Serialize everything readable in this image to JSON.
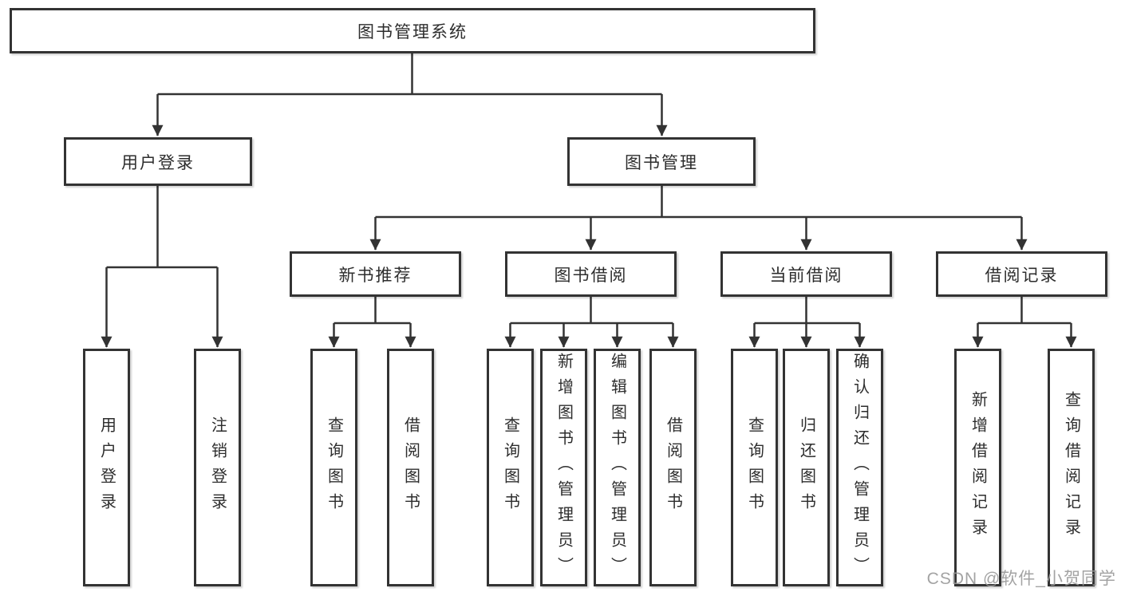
{
  "diagram": {
    "root": "图书管理系统",
    "branches": [
      {
        "label": "用户登录",
        "children": [
          "用户登录",
          "注销登录"
        ]
      },
      {
        "label": "图书管理",
        "sections": [
          {
            "label": "新书推荐",
            "children": [
              "查询图书",
              "借阅图书"
            ]
          },
          {
            "label": "图书借阅",
            "children": [
              "查询图书",
              "新增图书（管理员）",
              "编辑图书（管理员）",
              "借阅图书"
            ]
          },
          {
            "label": "当前借阅",
            "children": [
              "查询图书",
              "归还图书",
              "确认归还（管理员）"
            ]
          },
          {
            "label": "借阅记录",
            "children": [
              "新增借阅记录",
              "查询借阅记录"
            ]
          }
        ]
      }
    ]
  },
  "watermark": "CSDN @软件_小贺同学",
  "colors": {
    "line": "#333333",
    "text": "#2d2d2d",
    "background": "#ffffff",
    "watermark": "#9a9a9a"
  }
}
